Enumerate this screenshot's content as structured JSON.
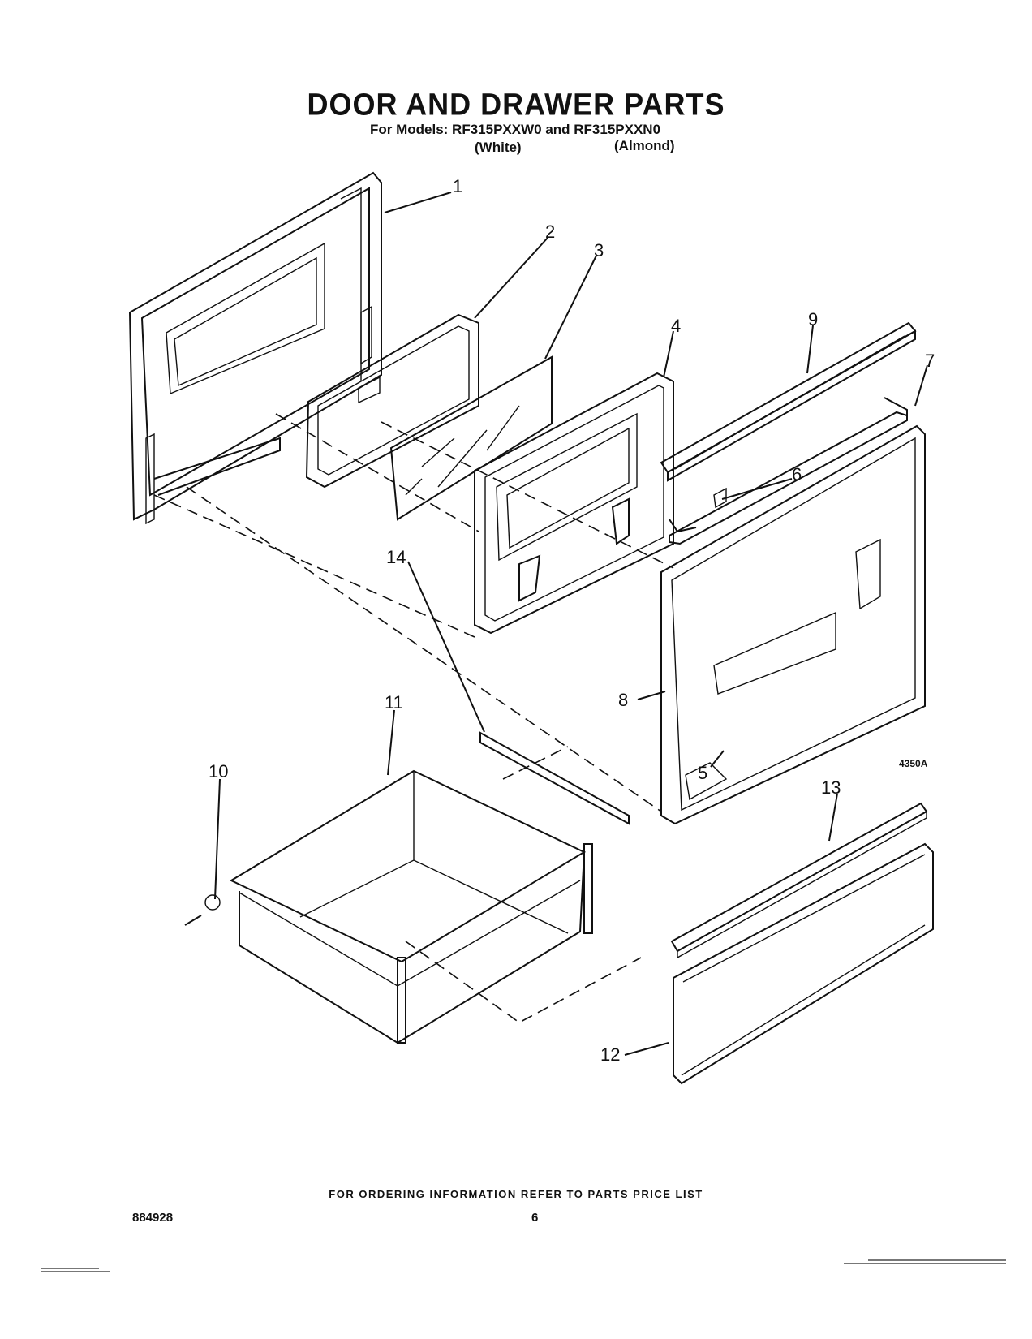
{
  "header": {
    "title": "DOOR AND DRAWER PARTS",
    "models_line": "For Models: RF315PXXW0 and RF315PXXN0",
    "color_white": "(White)",
    "color_almond": "(Almond)"
  },
  "diagram": {
    "figure_code": "4350A",
    "callouts": [
      "1",
      "2",
      "3",
      "4",
      "5",
      "6",
      "7",
      "8",
      "9",
      "10",
      "11",
      "12",
      "13",
      "14"
    ]
  },
  "footer": {
    "ordering_note": "FOR ORDERING INFORMATION REFER TO PARTS PRICE LIST",
    "doc_number": "884928",
    "page_number": "6"
  }
}
